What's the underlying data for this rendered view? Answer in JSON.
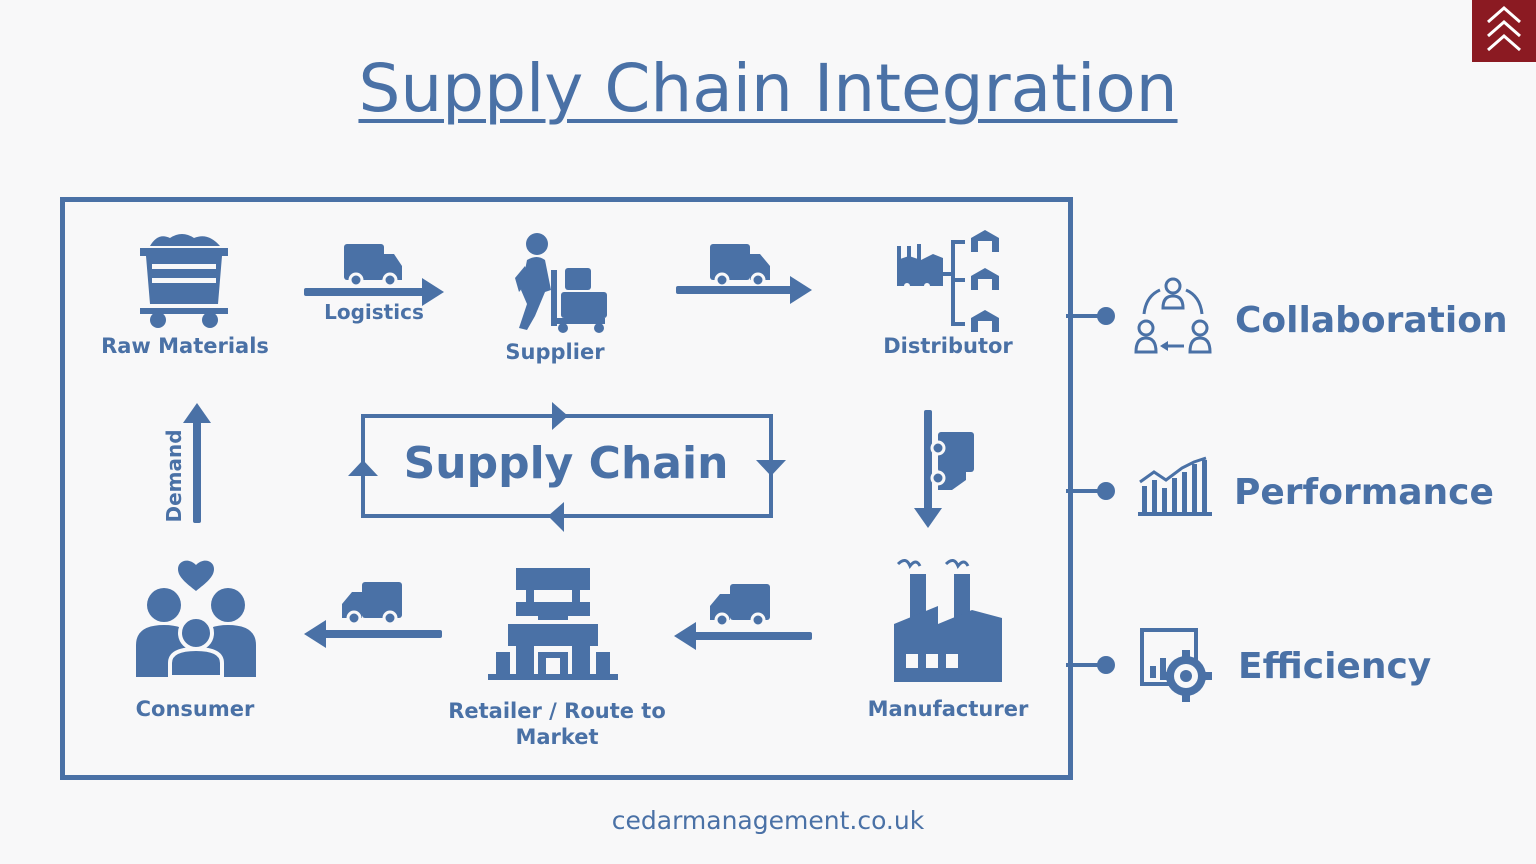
{
  "title": "Supply Chain Integration",
  "footer": "cedarmanagement.co.uk",
  "center_label": "Supply Chain",
  "nodes": {
    "raw_materials": "Raw Materials",
    "supplier": "Supplier",
    "distributor": "Distributor",
    "manufacturer": "Manufacturer",
    "retailer_line1": "Retailer /  Route  to",
    "retailer_line2": "Market",
    "consumer": "Consumer"
  },
  "arrows": {
    "logistics": "Logistics",
    "demand": "Demand"
  },
  "benefits": [
    {
      "label": "Collaboration",
      "icon": "collaboration-icon"
    },
    {
      "label": "Performance",
      "icon": "performance-chart-icon"
    },
    {
      "label": "Efficiency",
      "icon": "efficiency-gear-icon"
    }
  ],
  "colors": {
    "primary": "#4a71a6",
    "brand": "#8b1a22",
    "background": "#f8f8f9"
  }
}
